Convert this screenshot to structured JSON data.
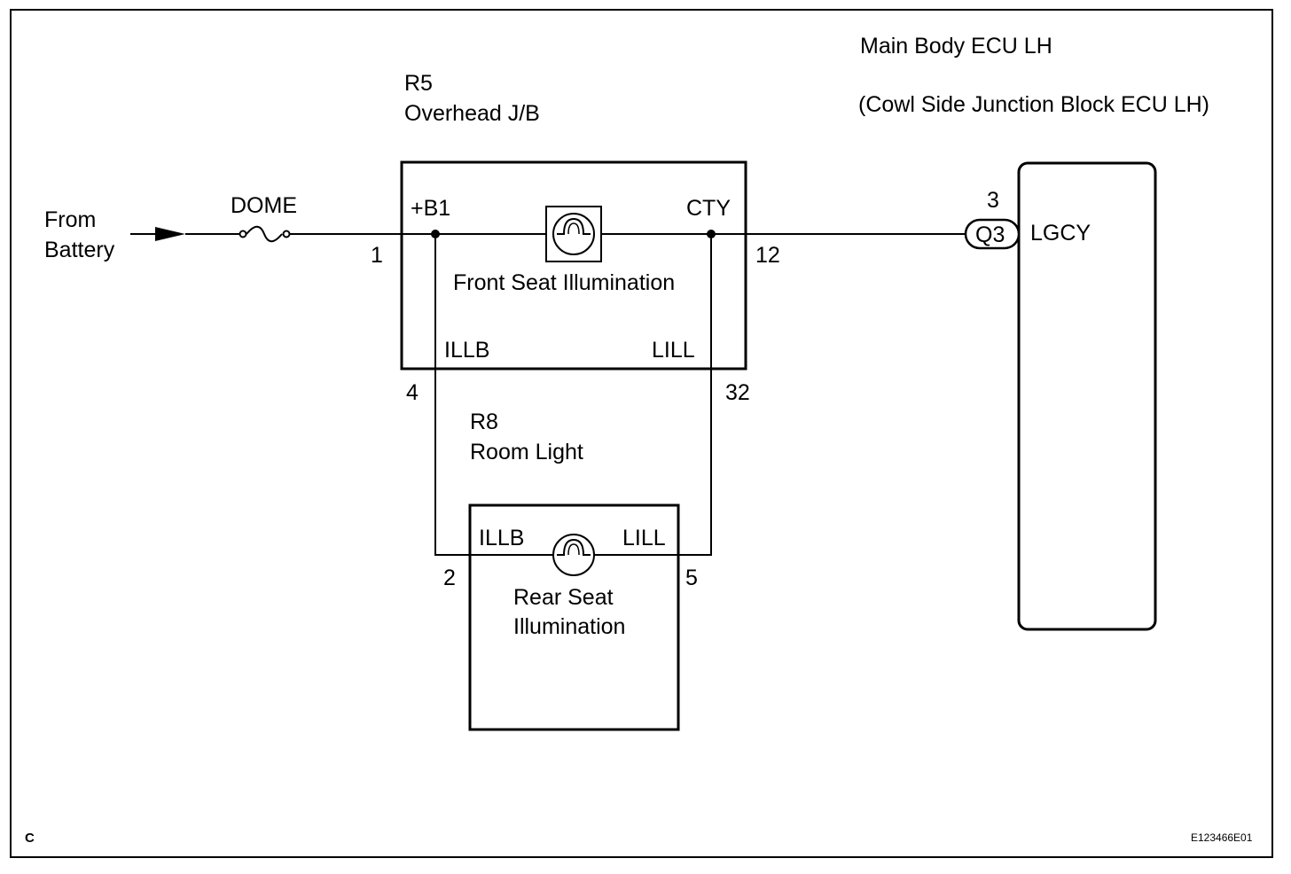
{
  "source": {
    "line1": "From",
    "line2": "Battery"
  },
  "fuse": {
    "name": "DOME"
  },
  "overhead_jb": {
    "code": "R5",
    "name": "Overhead J/B",
    "pins": {
      "b1": "+B1",
      "cty": "CTY",
      "illb": "ILLB",
      "lill": "LILL"
    },
    "pin_numbers": {
      "b1": "1",
      "cty": "12",
      "illb": "4",
      "lill": "32"
    },
    "lamp_label": "Front Seat Illumination"
  },
  "room_light": {
    "code": "R8",
    "name": "Room Light",
    "pins": {
      "illb": "ILLB",
      "lill": "LILL"
    },
    "pin_numbers": {
      "illb": "2",
      "lill": "5"
    },
    "lamp_label_line1": "Rear Seat",
    "lamp_label_line2": "Illumination"
  },
  "ecu": {
    "title_line1": "Main Body ECU LH",
    "title_line2": "(Cowl Side Junction Block ECU LH)",
    "connector": "Q3",
    "pin_number": "3",
    "pin_label": "LGCY"
  },
  "footer": {
    "corner_letter": "C",
    "figure_code": "E123466E01"
  }
}
